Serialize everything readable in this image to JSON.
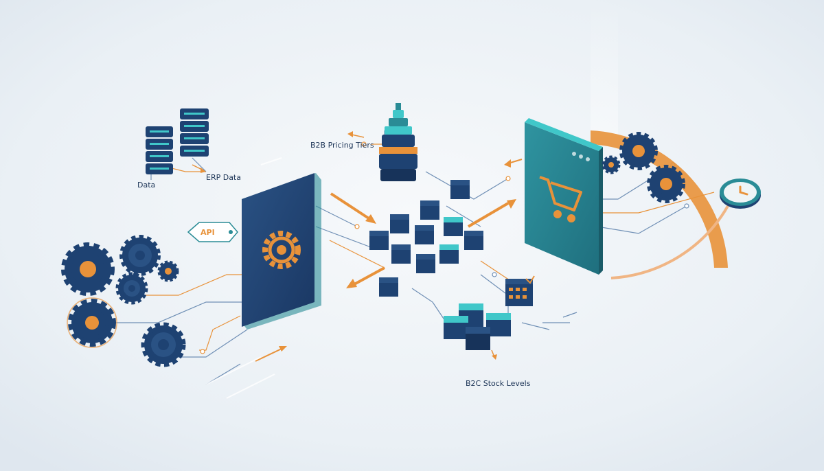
{
  "labels": {
    "data": "Data",
    "erp_data": "ERP Data",
    "b2b_pricing": "B2B Pricing Tiers",
    "b2c_stock": "B2C Stock Levels",
    "api": "API"
  },
  "colors": {
    "navy": "#1e4272",
    "navy_dark": "#17335a",
    "teal": "#2a8c96",
    "teal_light": "#40c7c9",
    "orange": "#e8923a",
    "background": "#f3f6f9"
  },
  "icons": [
    "server-stack-icon",
    "gear-icon",
    "api-tag-icon",
    "shopping-cart-icon",
    "clock-icon",
    "warehouse-icon",
    "cube-icon",
    "arrow-icon"
  ]
}
